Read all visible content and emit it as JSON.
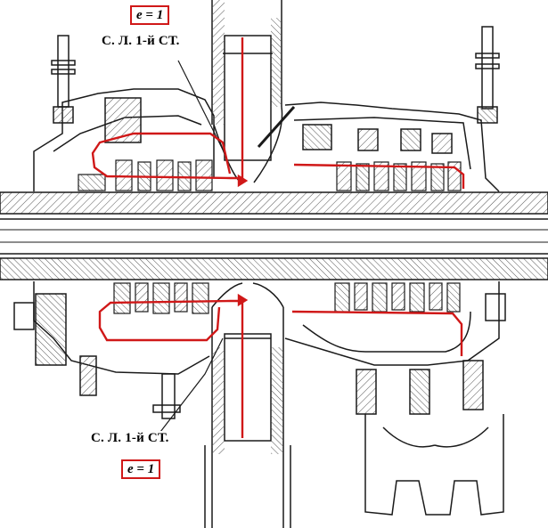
{
  "labels": {
    "top_stage_label": "С. Л. 1-й СТ.",
    "bottom_stage_label": "С. Л. 1-й СТ.",
    "top_e_box": "e = 1",
    "bottom_e_box": "e = 1"
  },
  "colors": {
    "flow_path": "#d01818",
    "drawing": "#1a1a1a",
    "hatch": "#555555",
    "background": "#ffffff"
  }
}
